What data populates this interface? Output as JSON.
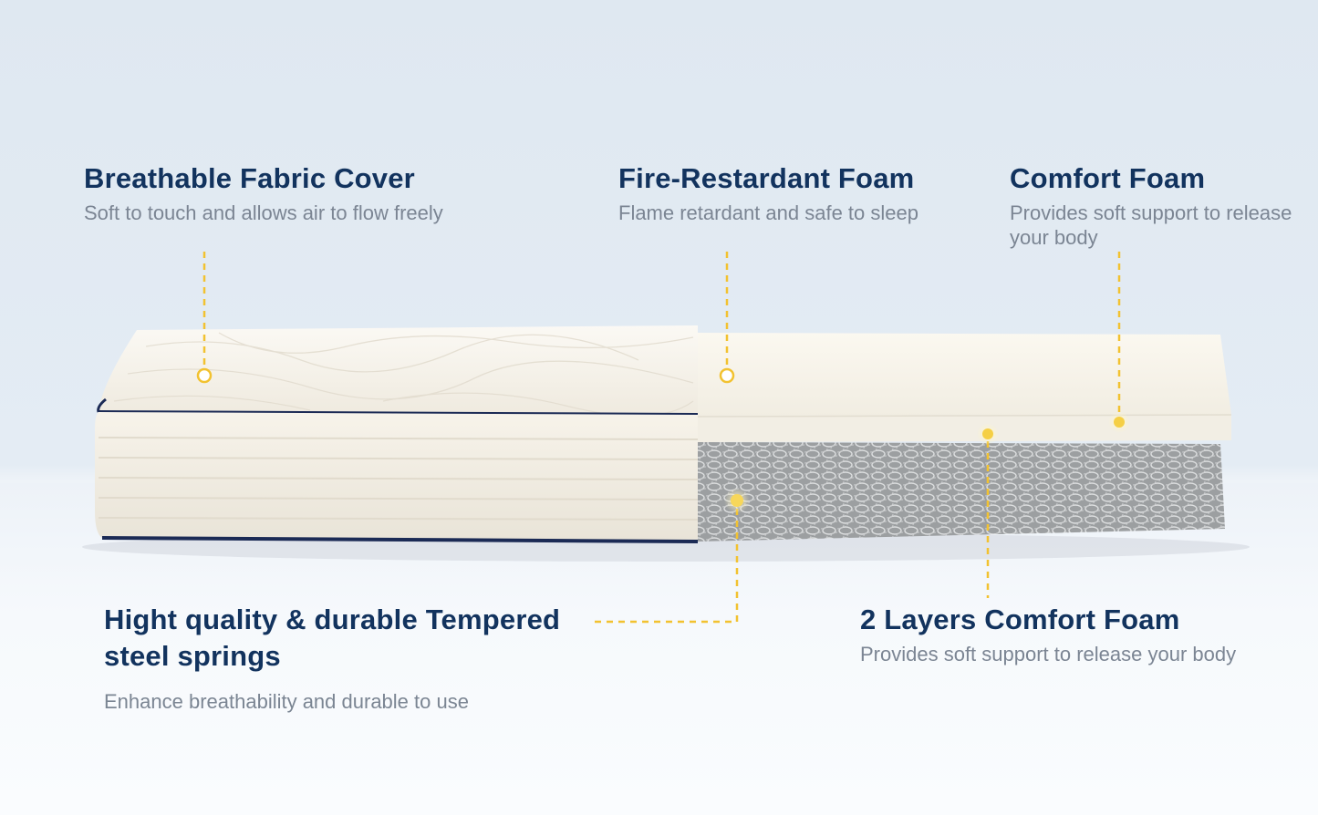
{
  "callouts": {
    "fabric_cover": {
      "title": "Breathable Fabric Cover",
      "desc": "Soft to touch and allows air to flow freely"
    },
    "fire_foam": {
      "title": "Fire-Restardant Foam",
      "desc": "Flame retardant and safe to sleep"
    },
    "comfort_foam": {
      "title": "Comfort Foam",
      "desc": "Provides soft support to release your body"
    },
    "springs": {
      "title": "Hight quality & durable Tempered steel springs",
      "desc": "Enhance breathability and durable to use"
    },
    "two_layers": {
      "title": "2 Layers Comfort Foam",
      "desc": "Provides soft support to release your body"
    }
  },
  "colors": {
    "title": "#12335e",
    "desc": "#7b8593",
    "leader": "#f2c230",
    "piping": "#1b2a55"
  }
}
